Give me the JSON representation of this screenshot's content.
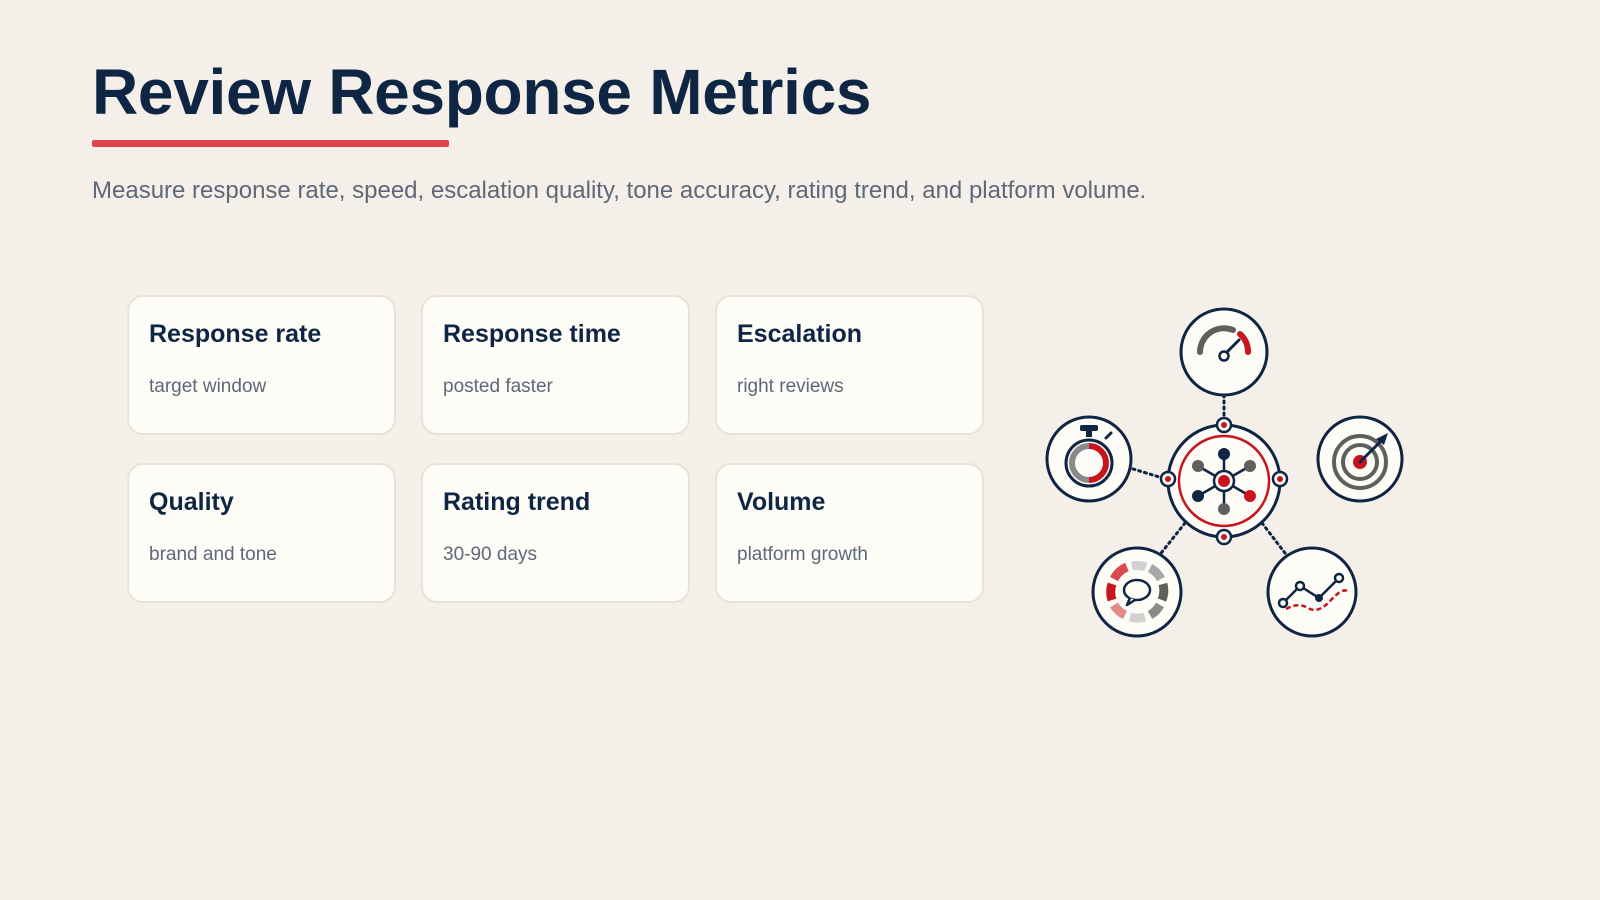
{
  "header": {
    "title": "Review Response Metrics",
    "subtitle": "Measure response rate, speed, escalation quality, tone accuracy, rating trend, and platform volume."
  },
  "metrics": [
    {
      "title": "Response rate",
      "desc": "target window"
    },
    {
      "title": "Response time",
      "desc": "posted faster"
    },
    {
      "title": "Escalation",
      "desc": "right reviews"
    },
    {
      "title": "Quality",
      "desc": "brand and tone"
    },
    {
      "title": "Rating trend",
      "desc": "30-90 days"
    },
    {
      "title": "Volume",
      "desc": "platform growth"
    }
  ],
  "graphic": {
    "center": "hub-network-icon",
    "satellites": [
      "speedometer-icon",
      "stopwatch-icon",
      "target-icon",
      "chat-ring-icon",
      "trend-line-icon"
    ]
  },
  "colors": {
    "background": "#f4f0e9",
    "navy": "#0f2544",
    "accent_red": "#e0434d",
    "icon_red": "#c8141c",
    "muted_text": "#5e6878",
    "card_bg": "#fdfcf7",
    "card_border": "#e9e3d6"
  }
}
